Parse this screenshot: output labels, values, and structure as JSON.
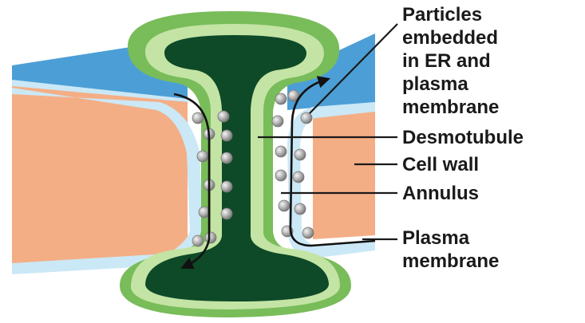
{
  "title": "",
  "labels": {
    "particles": [
      "Particles",
      "embedded",
      "in ER and",
      "plasma",
      "membrane"
    ],
    "desmotubule": "Desmotubule",
    "cell_wall": "Cell wall",
    "annulus": "Annulus",
    "plasma_membrane": [
      "Plasma",
      "membrane"
    ]
  },
  "colors": {
    "cell_wall": "#f4ae85",
    "cell_wall_top": "#4c9fd6",
    "plasma_membrane": "#cbe8f6",
    "er_outer": "#79bc5a",
    "er_inner": "#c3e4a4",
    "desmotubule": "#0e4a28",
    "particle": "#9a9a9a",
    "text": "#1a1a1a"
  }
}
